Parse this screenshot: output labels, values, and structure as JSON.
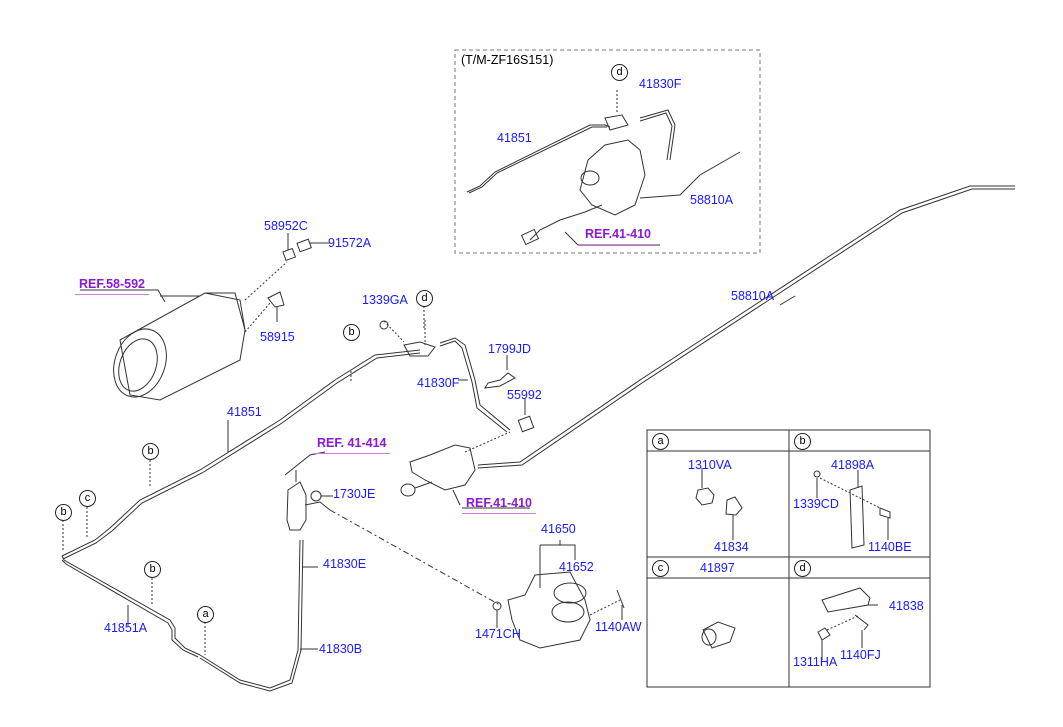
{
  "inset": {
    "title": "(T/M-ZF16S151)",
    "labels": {
      "p41830F": "41830F",
      "p41851": "41851",
      "p58810A": "58810A",
      "ref": "REF.41-410",
      "callout_d": "d"
    }
  },
  "main_labels": {
    "p58952C": "58952C",
    "p91572A": "91572A",
    "ref_58_592": "REF.58-592",
    "p58915": "58915",
    "p1339GA": "1339GA",
    "p58810A": "58810A",
    "p1799JD": "1799JD",
    "p41830F": "41830F",
    "p55992": "55992",
    "p41851": "41851",
    "ref_41_414": "REF. 41-414",
    "p1730JE": "1730JE",
    "ref_41_410": "REF.41-410",
    "p41650": "41650",
    "p41652": "41652",
    "p41830E": "41830E",
    "p41851A": "41851A",
    "p1471CH": "1471CH",
    "p1140AW": "1140AW",
    "p41830B": "41830B"
  },
  "callouts": {
    "b1": "b",
    "d1": "d",
    "b2": "b",
    "b3": "b",
    "c1": "c",
    "b4": "b",
    "a1": "a"
  },
  "details": {
    "a": {
      "key": "a",
      "parts": [
        "1310VA",
        "41834"
      ]
    },
    "b": {
      "key": "b",
      "parts": [
        "41898A",
        "1339CD",
        "1140BE"
      ]
    },
    "c": {
      "key": "c",
      "parts": [
        "41897"
      ]
    },
    "d": {
      "key": "d",
      "parts": [
        "41838",
        "1311HA",
        "1140FJ"
      ]
    }
  }
}
